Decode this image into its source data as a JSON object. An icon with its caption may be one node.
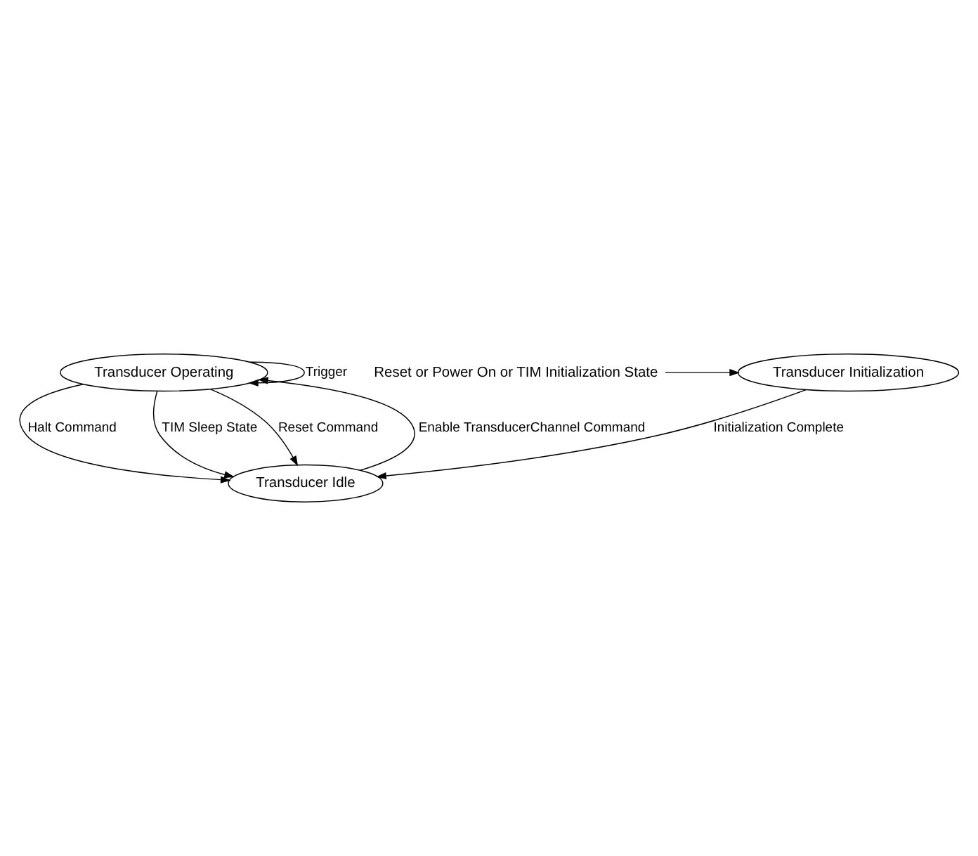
{
  "diagram": {
    "nodes": [
      {
        "text": [
          "Transducer Operating"
        ]
      },
      {
        "text": [
          "Transducer Idle"
        ]
      },
      {
        "text": [
          "Transducer Initialization"
        ]
      },
      {
        "text": [
          "Reset or Power On or TIM Initialization State"
        ]
      }
    ],
    "edges": [
      {
        "from": 0,
        "to": 0,
        "arrow": "to",
        "label": "Trigger"
      },
      {
        "from": 1,
        "to": 0,
        "arrow": "to",
        "label": "Enable TransducerChannel Command"
      },
      {
        "from": 0,
        "to": 1,
        "arrow": "to",
        "label": "Halt Command"
      },
      {
        "from": 0,
        "to": 1,
        "arrow": "to",
        "label": "TIM Sleep State"
      },
      {
        "from": 0,
        "to": 1,
        "arrow": "to",
        "label": "Reset Command"
      },
      {
        "from": 2,
        "to": 1,
        "arrow": "to",
        "label": "Initialization Complete"
      },
      {
        "from": 3,
        "to": 2,
        "arrow": "to"
      }
    ]
  }
}
